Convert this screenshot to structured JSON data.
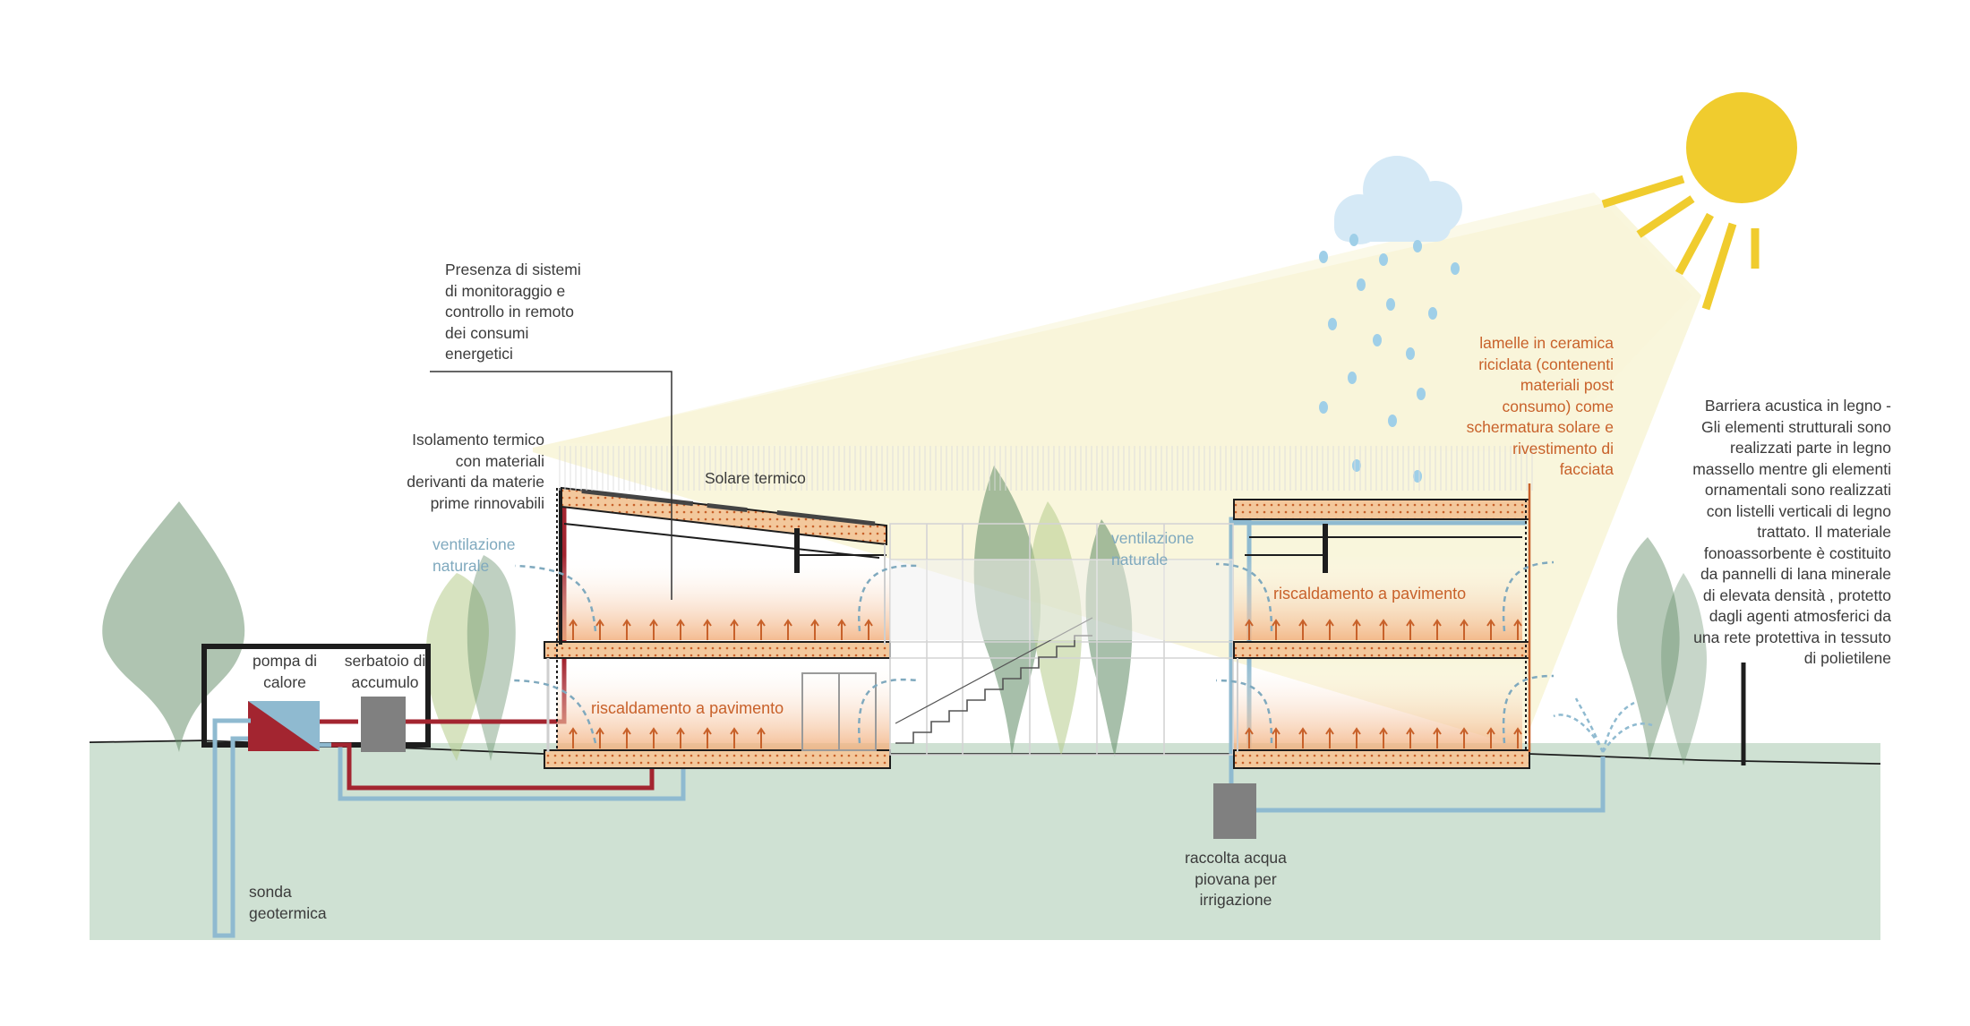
{
  "labels": {
    "monitoring": "Presenza di sistemi\ndi monitoraggio e\ncontrollo in remoto\ndei consumi\nenergetici",
    "insulation": "Isolamento termico\ncon materiali\nderivanti da materie\nprime rinnovabili",
    "solar_thermal": "Solare termico",
    "ventilation_left": "ventilazione\nnaturale",
    "ventilation_right": "ventilazione\nnaturale",
    "floor_heating_left": "riscaldamento a pavimento",
    "floor_heating_right": "riscaldamento a pavimento",
    "heat_pump": "pompa di\ncalore",
    "storage_tank": "serbatoio di\naccumulo",
    "geothermal_probe": "sonda\ngeotermica",
    "rainwater": "raccolta acqua\npiovana per\nirrigazione",
    "ceramic_louvres": "lamelle in ceramica\nriciclata  (contenenti\nmateriali post\nconsumo) come\nschermatura solare  e\nrivestimento di\nfacciata",
    "acoustic_barrier": "Barriera acustica in legno  -\nGli elementi strutturali sono\nrealizzati parte in legno\nmassello mentre gli elementi\nornamentali sono realizzati\ncon listelli verticali di legno\ntrattato. Il materiale\nfonoassorbente è costituito\nda pannelli di lana minerale\ndi elevata densità , protetto\ndagli agenti atmosferici da\nuna rete protettiva in tessuto\ndi polietilene"
  },
  "icons": [
    "sun-icon",
    "cloud-icon",
    "raindrop-icon",
    "tree-icon",
    "sprinkler-icon",
    "heat-pump-icon",
    "storage-tank-icon",
    "rainwater-tank-icon"
  ],
  "colors": {
    "ground": "#cfe1d3",
    "sun": "#f0cc2e",
    "sunlight": "#f8f5d8",
    "cloud": "#d5e9f6",
    "rain": "#9fcfe8",
    "pipe_hot": "#a32530",
    "pipe_cold": "#8fbad0",
    "heating_glow": "#f2b07e",
    "label_orange": "#c8612a",
    "label_blue": "#7fa9be",
    "structure": "#1d1d1d",
    "tree_dark": "#5f8a64",
    "tree_light": "#b7cc8c"
  }
}
